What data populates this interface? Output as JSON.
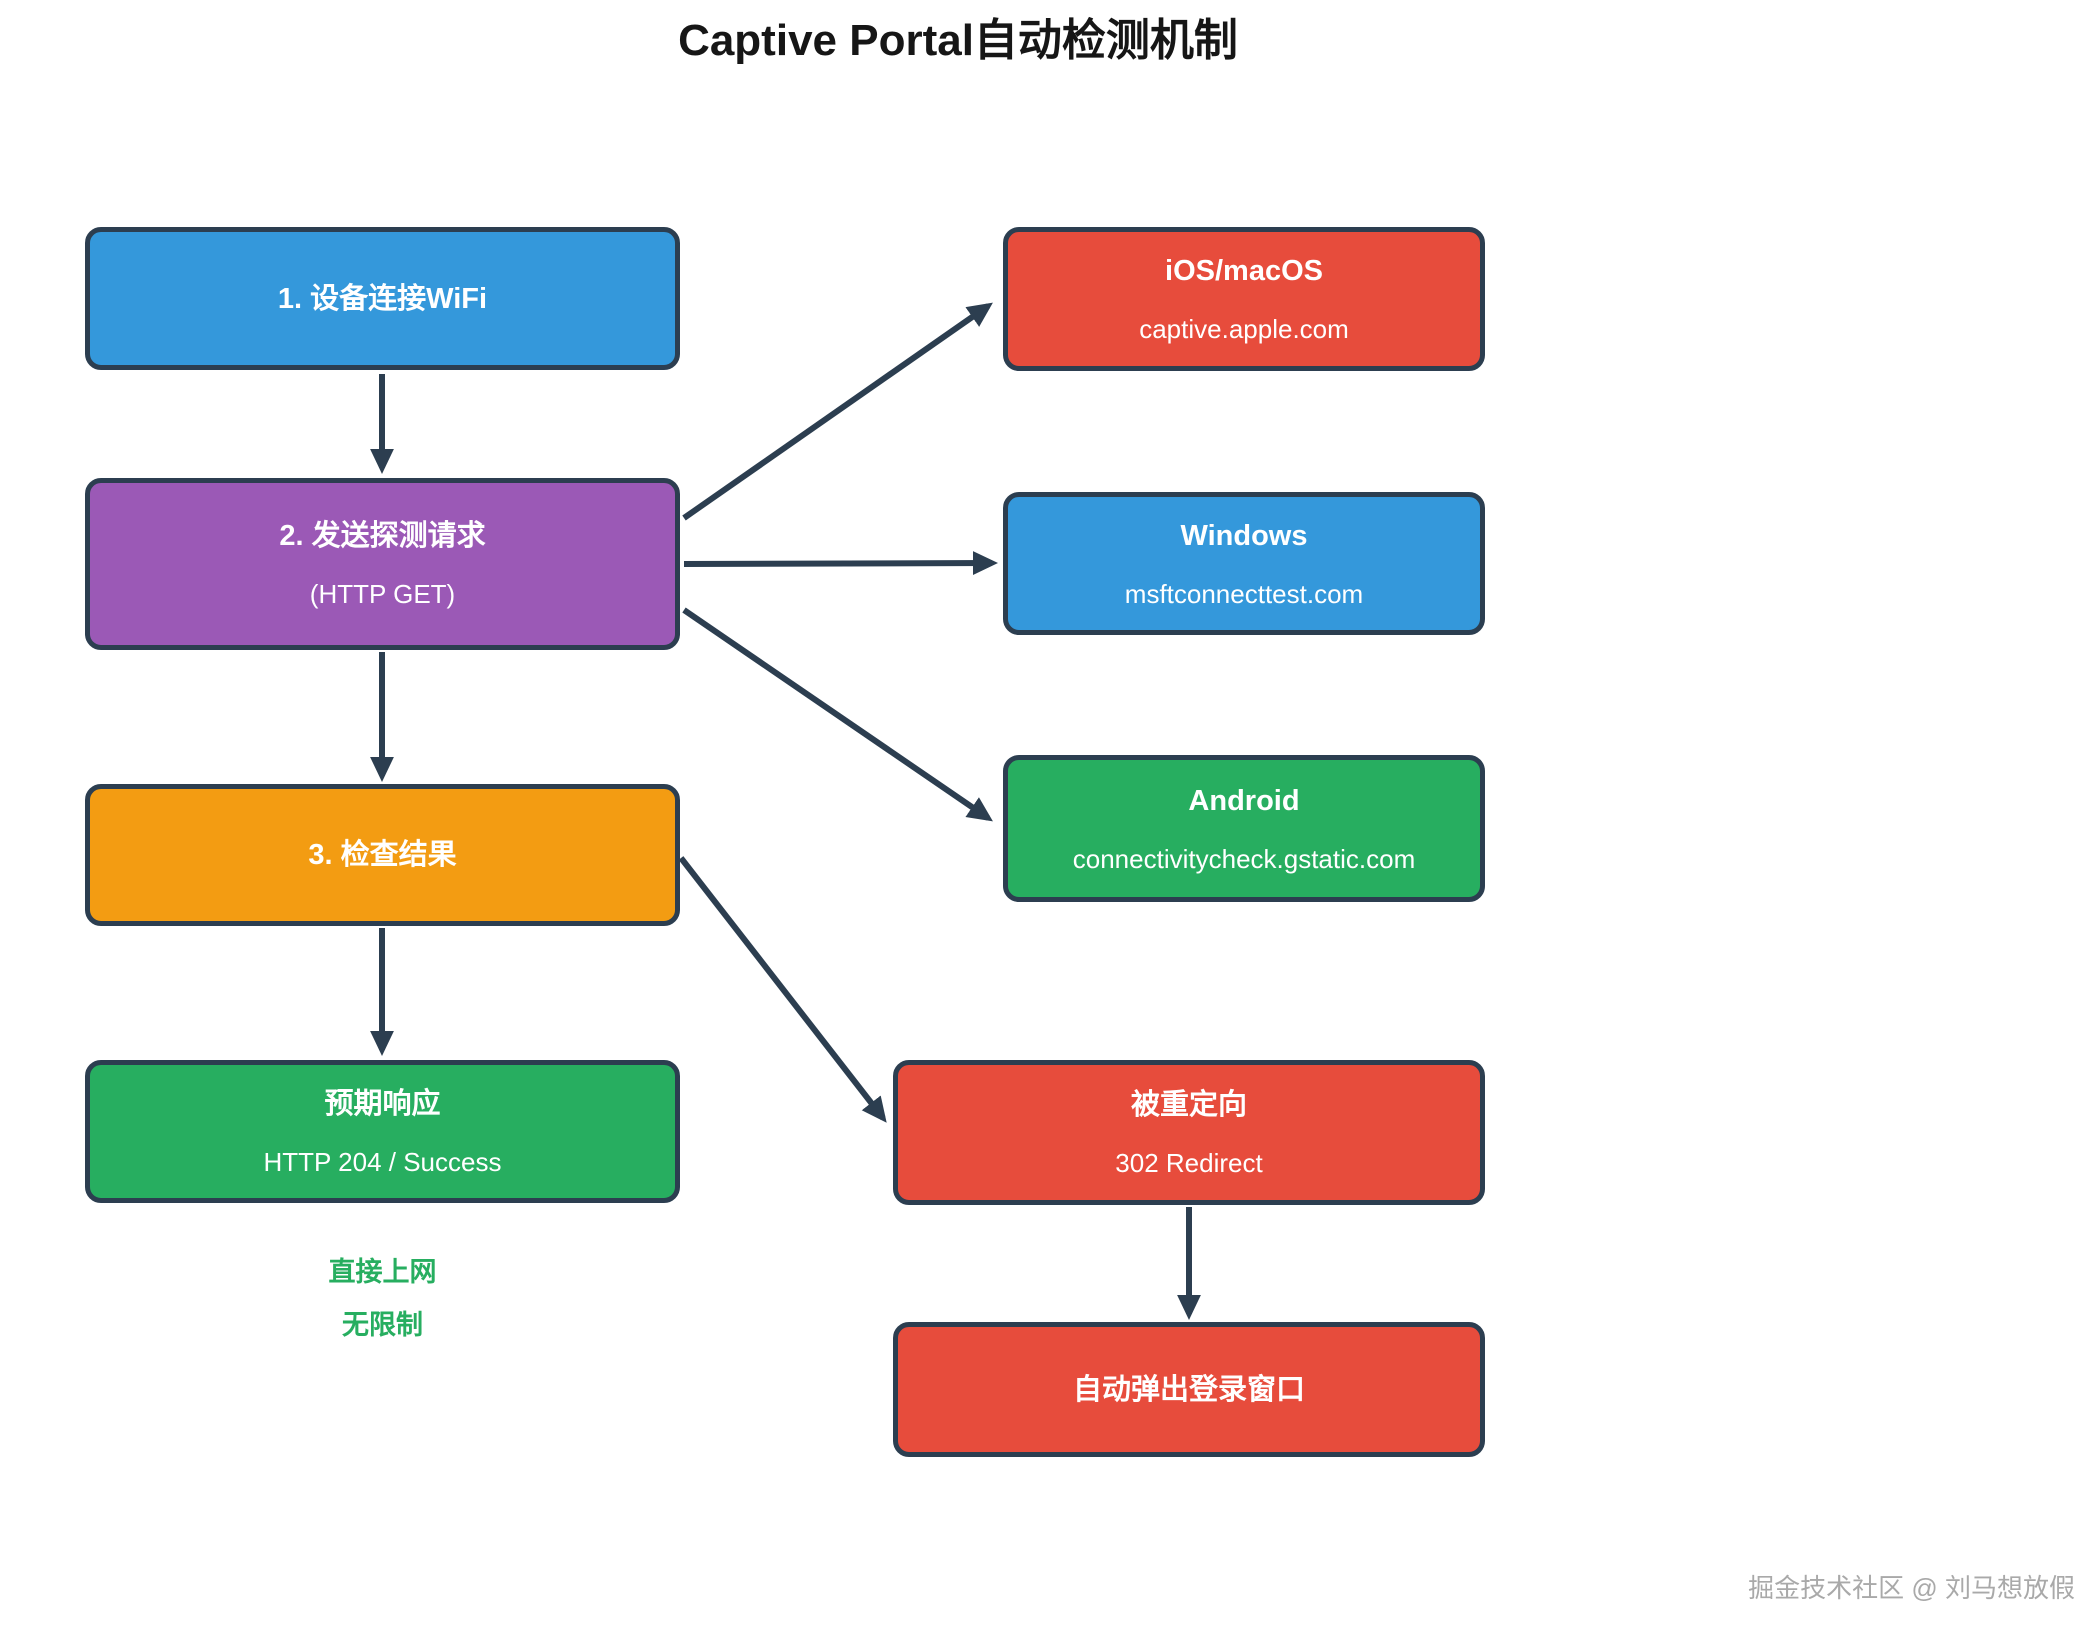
{
  "title": "Captive Portal自动检测机制",
  "colors": {
    "blue": "#3498db",
    "purple": "#9b59b6",
    "orange": "#f39c12",
    "green": "#27ae60",
    "red": "#e74c3c",
    "outline": "#2c3e50",
    "green_text": "#27ae60"
  },
  "nodes": {
    "step1": {
      "title": "1. 设备连接WiFi"
    },
    "step2": {
      "title": "2. 发送探测请求",
      "subtitle": "(HTTP GET)"
    },
    "step3": {
      "title": "3. 检查结果"
    },
    "expected": {
      "title": "预期响应",
      "subtitle": "HTTP 204 / Success"
    },
    "ios": {
      "title": "iOS/macOS",
      "subtitle": "captive.apple.com"
    },
    "windows": {
      "title": "Windows",
      "subtitle": "msftconnecttest.com"
    },
    "android": {
      "title": "Android",
      "subtitle": "connectivitycheck.gstatic.com"
    },
    "redirected": {
      "title": "被重定向",
      "subtitle": "302 Redirect"
    },
    "popup": {
      "title": "自动弹出登录窗口"
    }
  },
  "notes": {
    "line1": "直接上网",
    "line2": "无限制"
  },
  "watermark": "掘金技术社区 @ 刘马想放假"
}
